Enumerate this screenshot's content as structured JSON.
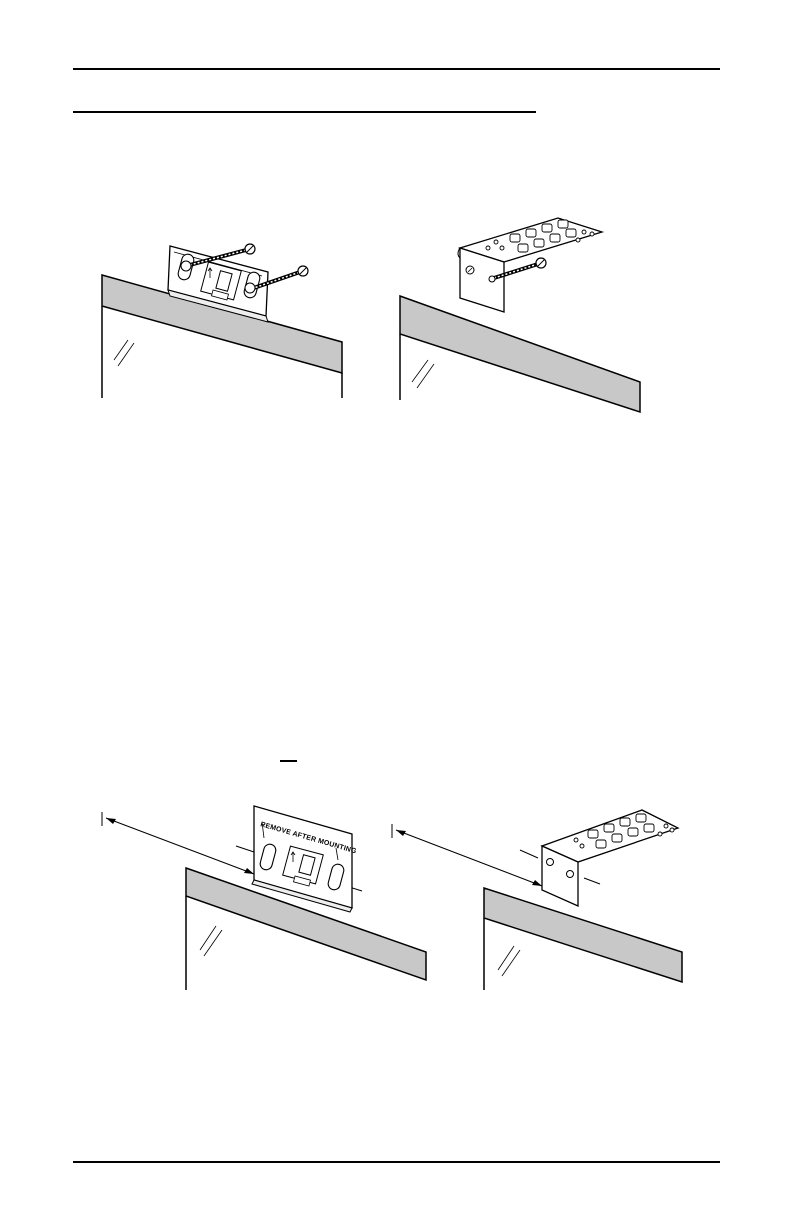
{
  "page": {
    "header_rule": "top",
    "section_underline": "section-heading-underline",
    "inline_mark": "short-overline",
    "footer_rule": "bottom"
  },
  "figures": {
    "inside_mount_clip": {
      "icon": "inside-mount-bracket-clip-with-screws",
      "label_printed": "REMOVE AFTER MOUNTING"
    },
    "inside_mount_bracket": {
      "icon": "inside-mount-l-bracket-with-screw"
    },
    "outside_mount_clip": {
      "icon": "outside-mount-bracket-clip-with-extension-arrow"
    },
    "outside_mount_bracket": {
      "icon": "outside-mount-l-bracket-with-extension-arrow"
    }
  },
  "colors": {
    "frame_fill": "#c8c8c8",
    "line": "#000000",
    "background": "#ffffff"
  }
}
